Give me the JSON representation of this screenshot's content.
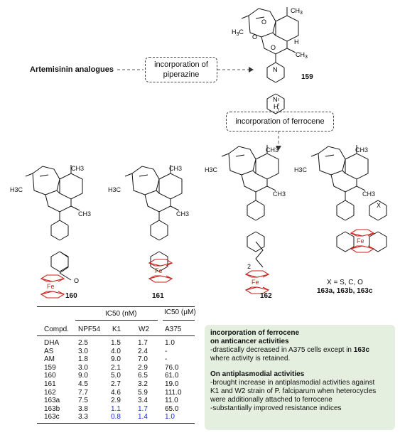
{
  "flow": {
    "source_label": "Artemisinin analogues",
    "step1_line1": "incorporation of",
    "step1_line2": "piperazine",
    "step2_label": "incorporation of ferrocene"
  },
  "compounds": {
    "c159": "159",
    "c160": "160",
    "c161": "161",
    "c162": "162",
    "c163_x": "X = S, C, O",
    "c163": "163a, 163b, 163c"
  },
  "atoms": {
    "ch3": "CH3",
    "h3c": "H3C",
    "h": "H",
    "o": "O",
    "n": "N",
    "x": "X",
    "fe": "Fe",
    "two": "2"
  },
  "table": {
    "ic50_nm": "IC50 (nM)",
    "ic50_um": "IC50 (μM)",
    "headers": [
      "Compd.",
      "NPF54",
      "K1",
      "W2",
      "A375"
    ],
    "rows": [
      [
        "DHA",
        "2.5",
        "1.5",
        "1.7",
        "1.0"
      ],
      [
        "AS",
        "3.0",
        "4.0",
        "2.4",
        "-"
      ],
      [
        "AM",
        "1.8",
        "9.0",
        "7.0",
        "-"
      ],
      [
        "159",
        "3.0",
        "2.1",
        "2.9",
        "76.0"
      ],
      [
        "160",
        "9.0",
        "5.0",
        "6.5",
        "61.0"
      ],
      [
        "161",
        "4.5",
        "2.7",
        "3.2",
        "19.0"
      ],
      [
        "162",
        "7.7",
        "4.6",
        "5.9",
        "111.0"
      ],
      [
        "163a",
        "7.5",
        "2.9",
        "3.4",
        "11.0"
      ],
      [
        "163b",
        "3.8",
        "1.1",
        "1.7",
        "65.0"
      ],
      [
        "163c",
        "3.3",
        "0.8",
        "1.4",
        "1.0"
      ]
    ],
    "highlight_color": "#1d2fd4"
  },
  "summary": {
    "title1": "incorporation of ferrocene",
    "title1b": "on anticancer activities",
    "line1a": "-drastically decreased in A375 cells except in ",
    "line1b": "163c",
    "line1c": "where activity is retained.",
    "title2": "On antiplasmodial activities",
    "line2a": "-brought increase in antiplasmodial activities against",
    "line2b": "K1 and W2 strain of P. falciparum when heterocycles",
    "line2c": "were additionally attached to ferrocene",
    "line2d": "-substantially improved resistance indices",
    "bg_color": "#e4efdf"
  }
}
